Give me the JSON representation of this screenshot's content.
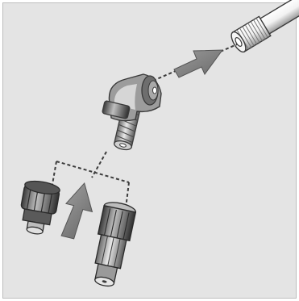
{
  "illustration": {
    "kind": "assembly-instruction",
    "parts": [
      "spray-lance-tube",
      "elbow-fitting",
      "nozzle-cap-short",
      "nozzle-adjustable-long"
    ],
    "arrows": [
      "push-arrow-into-tube",
      "push-arrow-up-to-fitting"
    ],
    "colors": {
      "background": "#e4e4e4",
      "part_dark": "#4a4a4a",
      "part_mid": "#8a8a8a",
      "part_light": "#d0d0d0",
      "arrow_fill": "#7d7d7d",
      "guide_line": "#3c3c3c"
    }
  }
}
